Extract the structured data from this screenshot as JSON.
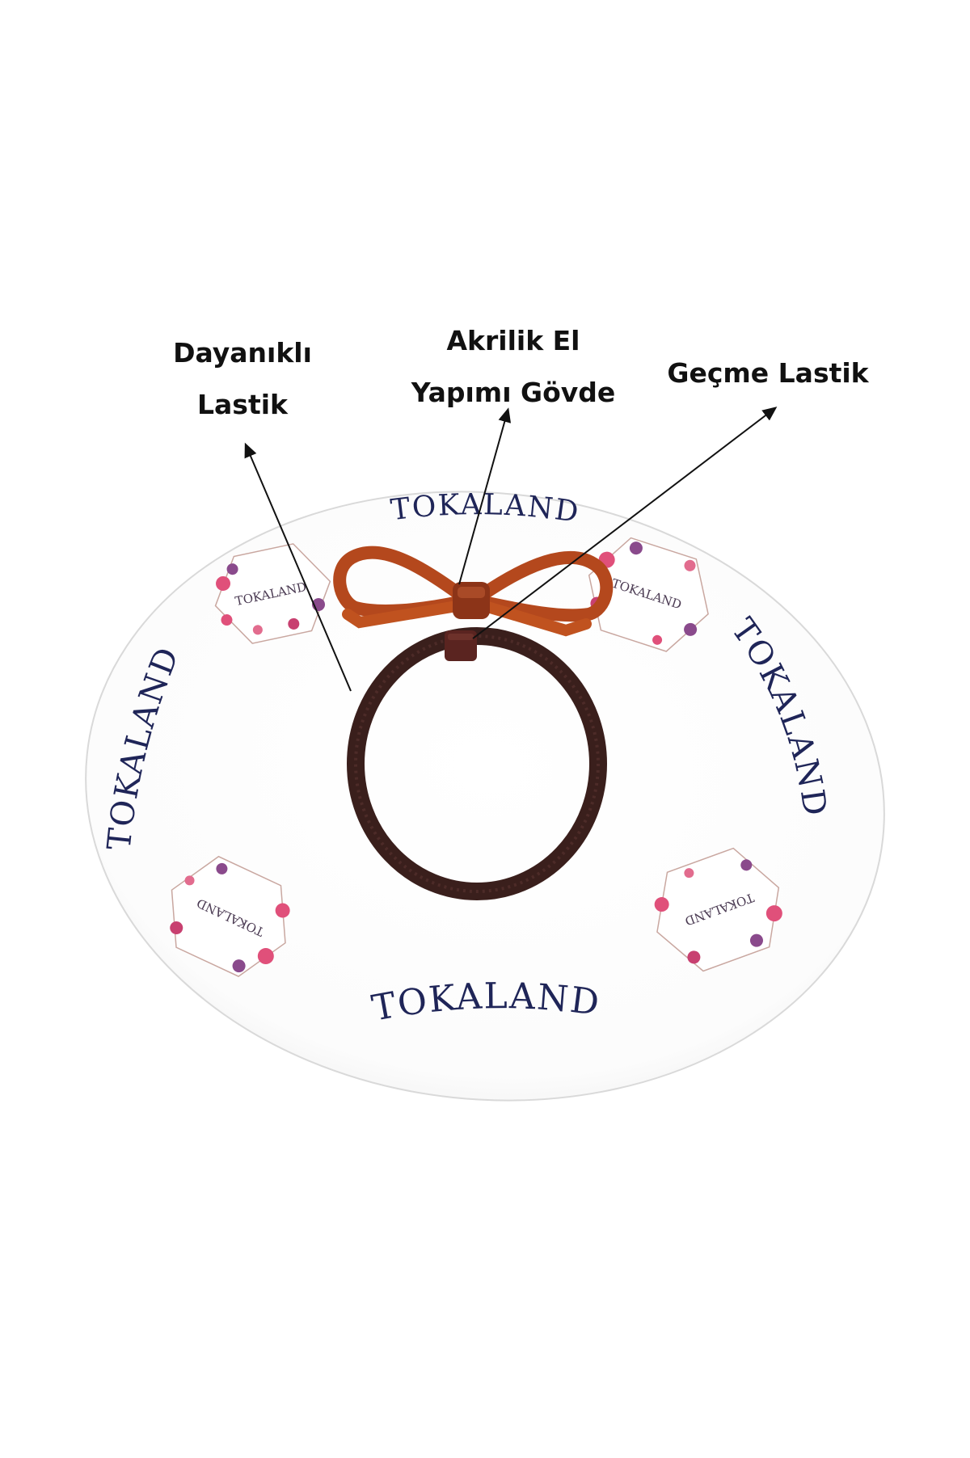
{
  "annotations": {
    "left": {
      "line1": "Dayanıklı",
      "line2": "Lastik"
    },
    "middle": {
      "line1": "Akrilik El",
      "line2": "Yapımı Gövde"
    },
    "right": {
      "line1": "Geçme Lastik"
    }
  },
  "card": {
    "brand": "TOKALAND",
    "badge_text": "TOKALAND"
  },
  "colors": {
    "brand_text": "#1f2558",
    "bow": "#b4481d",
    "band": "#3a1f1c",
    "flower_pink": "#e0507a",
    "flower_purple": "#8a4a8c"
  }
}
